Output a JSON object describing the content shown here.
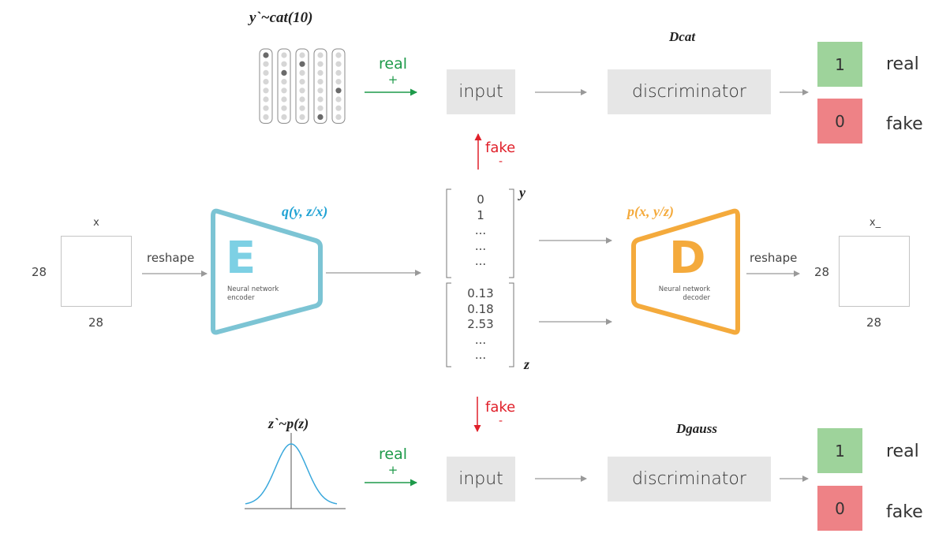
{
  "colors": {
    "encoder": "#7cc4d4",
    "encoder_letter": "#7dd0e4",
    "encoder_formula": "#22a3d4",
    "decoder": "#f4aa3c",
    "real_green": "#1e9a4a",
    "fake_red": "#e0202a",
    "result_real_bg": "#9ed39b",
    "result_fake_bg": "#ee8286",
    "box_bg": "#e6e6e6",
    "arrow_gray": "#999999",
    "gaussian_curve": "#3aa8dc"
  },
  "top_branch": {
    "prior_label": "y`~cat(10)",
    "categorical_columns": [
      {
        "active_index": 0
      },
      {
        "active_index": 2
      },
      {
        "active_index": 1
      },
      {
        "active_index": 7
      },
      {
        "active_index": 4
      }
    ],
    "dots_per_column": 8,
    "real_label": "real",
    "real_sign": "+",
    "input_label": "input",
    "discriminator_title": "Dcat",
    "discriminator_label": "discriminator",
    "fake_label": "fake",
    "fake_sign": "-",
    "results": [
      {
        "value": "1",
        "label": "real"
      },
      {
        "value": "0",
        "label": "fake"
      }
    ]
  },
  "middle": {
    "input_image": {
      "label": "x",
      "height_label": "28",
      "width_label": "28"
    },
    "reshape_left": "reshape",
    "encoder": {
      "formula": "q(y, z/x)",
      "letter": "E",
      "caption_line1": "Neural network",
      "caption_line2": "encoder"
    },
    "latent": {
      "y_label": "y",
      "y_values": [
        "0",
        "1",
        "...",
        "...",
        "..."
      ],
      "z_label": "z",
      "z_values": [
        "0.13",
        "0.18",
        "2.53",
        "...",
        "..."
      ]
    },
    "decoder": {
      "formula": "p(x, y/z)",
      "letter": "D",
      "caption_line1": "Neural network",
      "caption_line2": "decoder"
    },
    "reshape_right": "reshape",
    "output_image": {
      "label": "x_",
      "height_label": "28",
      "width_label": "28"
    }
  },
  "bottom_branch": {
    "prior_label": "z`~p(z)",
    "real_label": "real",
    "real_sign": "+",
    "fake_label": "fake",
    "fake_sign": "-",
    "input_label": "input",
    "discriminator_title": "Dgauss",
    "discriminator_label": "discriminator",
    "results": [
      {
        "value": "1",
        "label": "real"
      },
      {
        "value": "0",
        "label": "fake"
      }
    ]
  }
}
